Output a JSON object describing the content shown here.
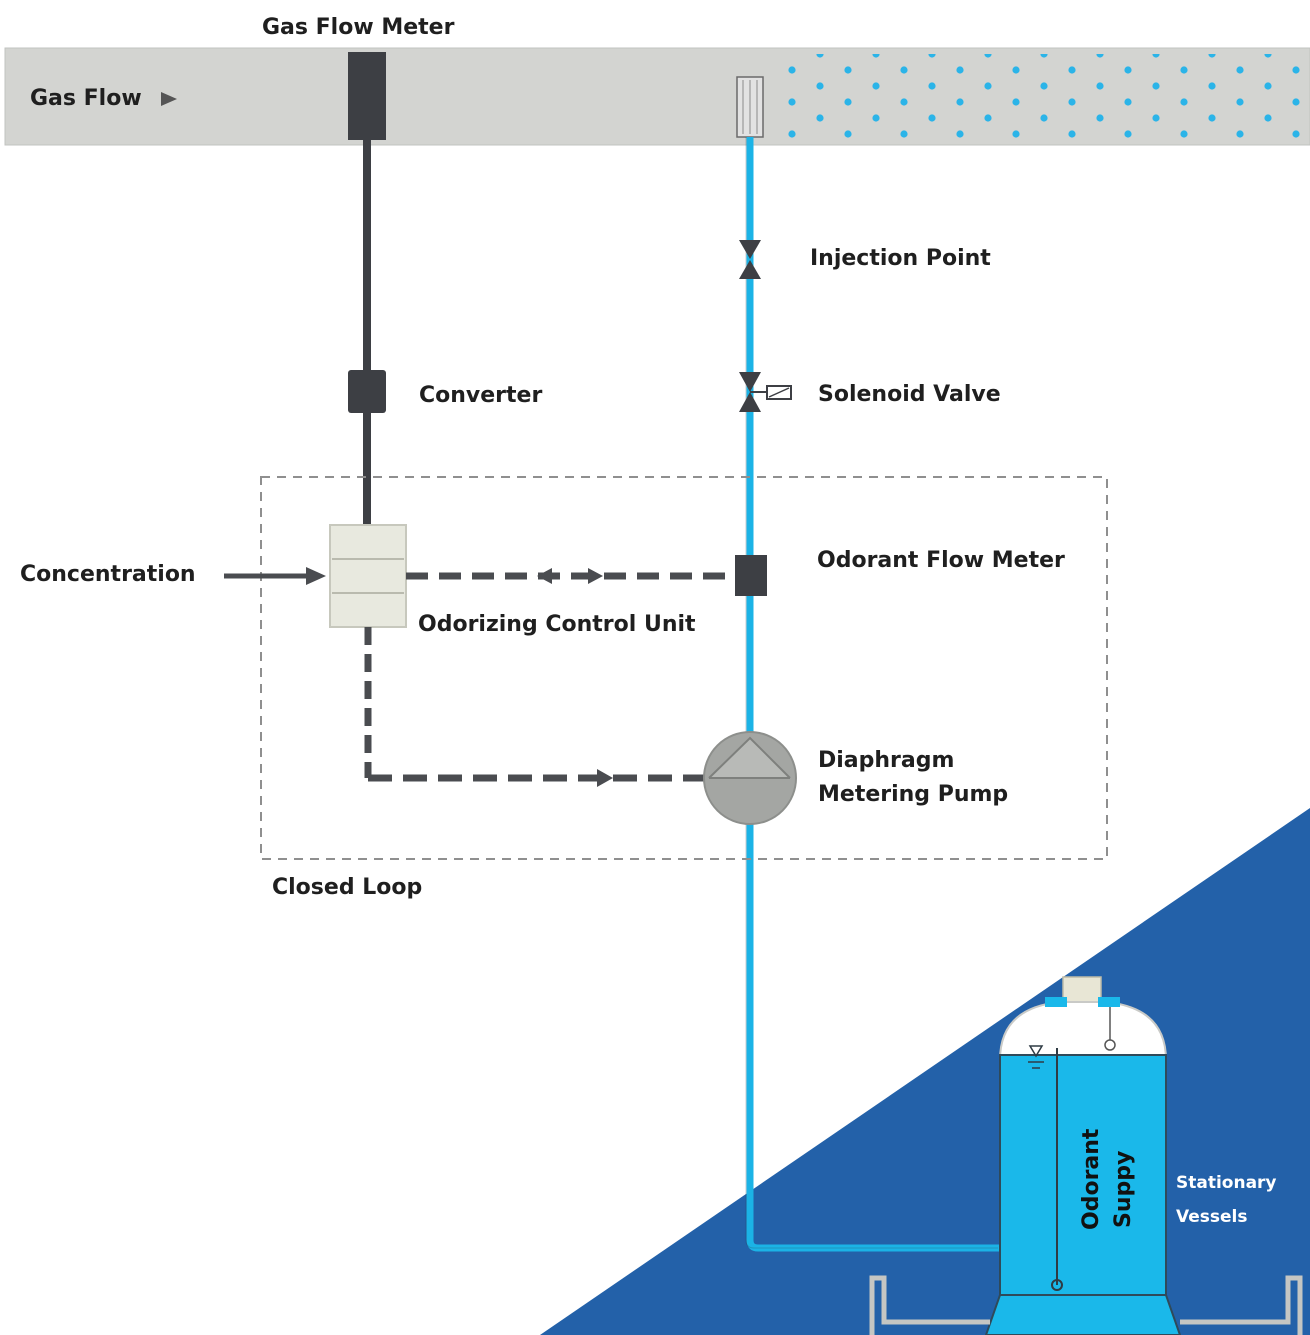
{
  "labels": {
    "gas_flow_meter": "Gas Flow Meter",
    "gas_flow": "Gas Flow",
    "injection_point": "Injection Point",
    "converter": "Converter",
    "solenoid_valve": "Solenoid Valve",
    "odorant_flow_meter": "Odorant Flow Meter",
    "concentration": "Concentration",
    "odorizing_control_unit": "Odorizing Control Unit",
    "diaphragm_line1": "Diaphragm",
    "diaphragm_line2": "Metering Pump",
    "closed_loop": "Closed Loop",
    "odorant_supply_line1": "Odorant",
    "odorant_supply_line2": "Suppy",
    "stationary_line1": "Stationary",
    "stationary_line2": "Vessels"
  },
  "icons": {
    "gas_flow_arrow": "triangle-right-icon"
  },
  "colors": {
    "pipeline_gray": "#d3d4d1",
    "dark_line": "#3d3f44",
    "odorant_blue": "#1bb3e6",
    "tank_fill": "#1ab8ea",
    "corner_blue": "#2361a9",
    "control_unit": "#e8e9df"
  }
}
